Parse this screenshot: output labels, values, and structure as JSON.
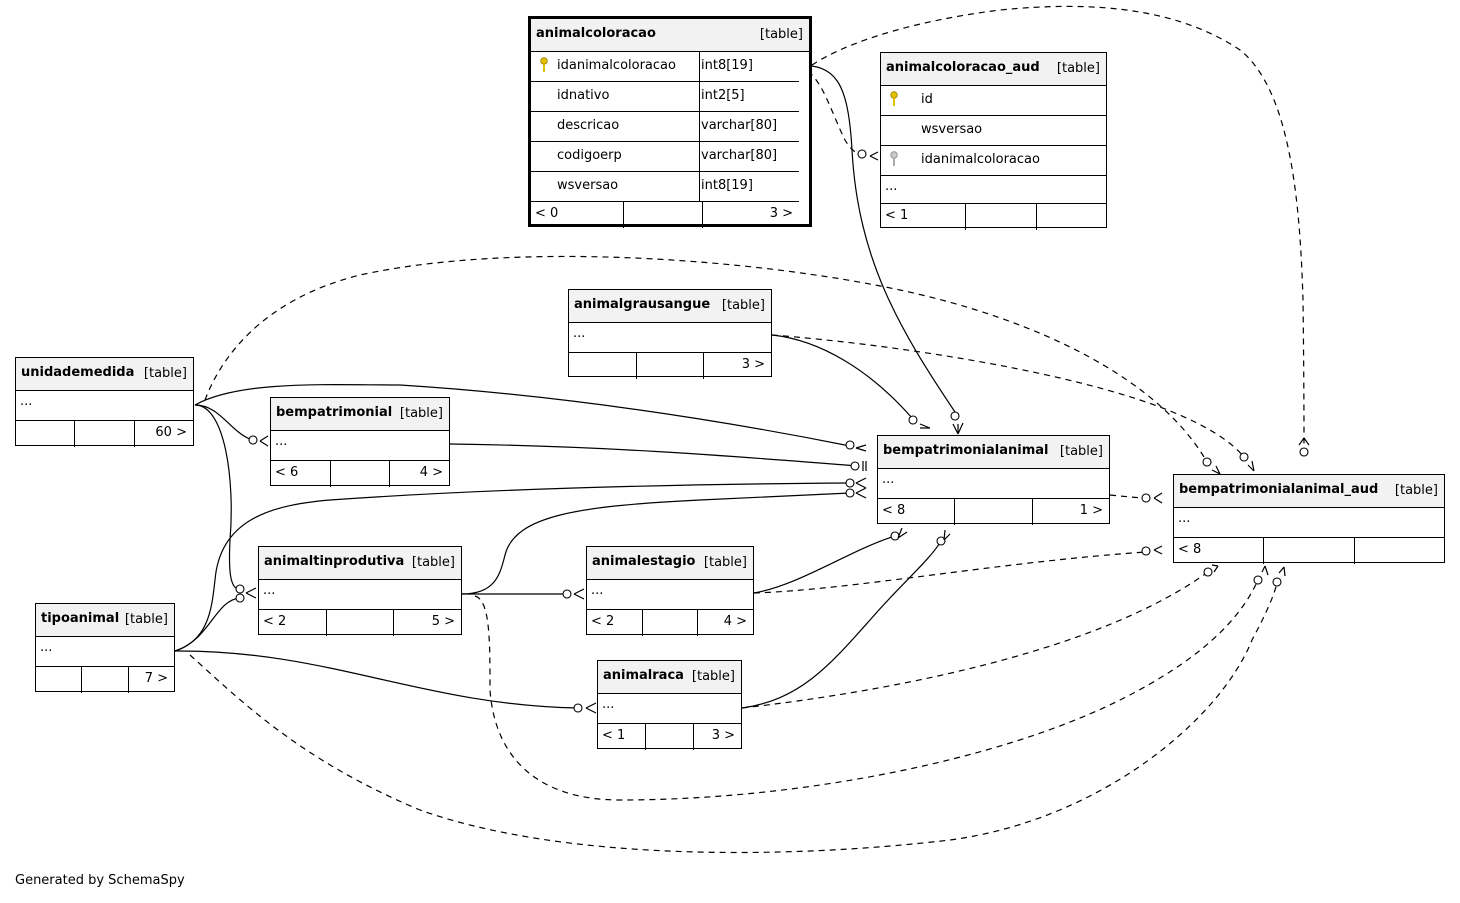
{
  "footer": "Generated by SchemaSpy",
  "type_label": "[table]",
  "tables": {
    "animalcoloracao": {
      "name": "animalcoloracao",
      "columns": [
        {
          "name": "idanimalcoloracao",
          "type": "int8[19]",
          "key": "primary"
        },
        {
          "name": "idnativo",
          "type": "int2[5]"
        },
        {
          "name": "descricao",
          "type": "varchar[80]"
        },
        {
          "name": "codigoerp",
          "type": "varchar[80]"
        },
        {
          "name": "wsversao",
          "type": "int8[19]"
        }
      ],
      "parents": "< 0",
      "children": "3 >"
    },
    "animalcoloracao_aud": {
      "name": "animalcoloracao_aud",
      "columns": [
        {
          "name": "id",
          "key": "primary"
        },
        {
          "name": "wsversao"
        },
        {
          "name": "idanimalcoloracao",
          "key": "foreign"
        }
      ],
      "more": "...",
      "parents": "< 1",
      "children": ""
    },
    "animalgrausangue": {
      "name": "animalgrausangue",
      "more": "...",
      "parents": "",
      "children": "3 >"
    },
    "unidademedida": {
      "name": "unidademedida",
      "more": "...",
      "parents": "",
      "children": "60 >"
    },
    "bempatrimonial": {
      "name": "bempatrimonial",
      "more": "...",
      "parents": "< 6",
      "children": "4 >"
    },
    "bempatrimonialanimal": {
      "name": "bempatrimonialanimal",
      "more": "...",
      "parents": "< 8",
      "children": "1 >"
    },
    "bempatrimonialanimal_aud": {
      "name": "bempatrimonialanimal_aud",
      "more": "...",
      "parents": "< 8",
      "children": ""
    },
    "animaltinprodutiva": {
      "name": "animaltinprodutiva",
      "more": "...",
      "parents": "< 2",
      "children": "5 >"
    },
    "animalestagio": {
      "name": "animalestagio",
      "more": "...",
      "parents": "< 2",
      "children": "4 >"
    },
    "tipoanimal": {
      "name": "tipoanimal",
      "more": "...",
      "parents": "",
      "children": "7 >"
    },
    "animalraca": {
      "name": "animalraca",
      "more": "...",
      "parents": "< 1",
      "children": "3 >"
    }
  },
  "colors": {
    "primary_key": "#e0c000",
    "foreign_key": "#a8a8a8",
    "header_bg": "#f2f2f2"
  }
}
